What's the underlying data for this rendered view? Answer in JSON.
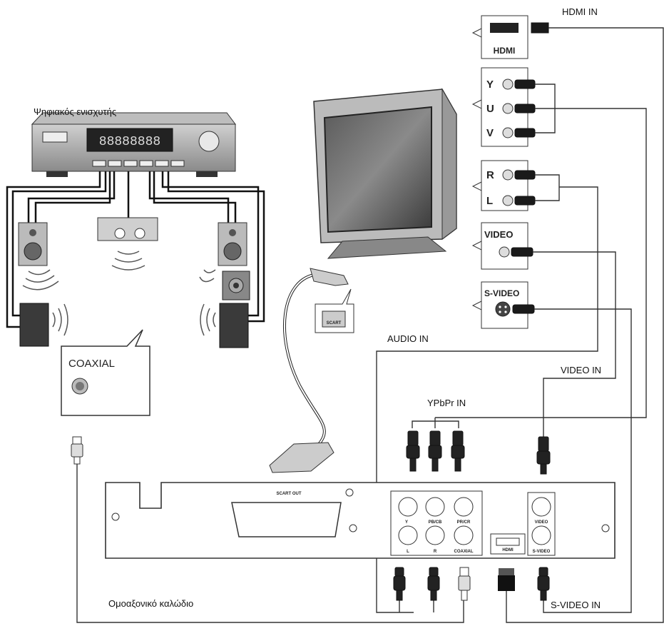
{
  "labels": {
    "amplifier": "Ψηφιακός ενισχυτής",
    "coaxial_cable": "Ομοαξονικό καλώδιο",
    "hdmi_in": "HDMI IN",
    "audio_in": "AUDIO IN",
    "video_in": "VIDEO IN",
    "ypbpr_in": "YPbPr IN",
    "svideo_in": "S-VIDEO IN"
  },
  "tv_panel": {
    "hdmi": "HDMI",
    "y": "Y",
    "u": "U",
    "v": "V",
    "r": "R",
    "l": "L",
    "video": "VIDEO",
    "svideo": "S-VIDEO"
  },
  "callouts": {
    "coaxial": "COAXIAL",
    "scart": "SCART"
  },
  "player_panel": {
    "scart_out": "SCART OUT",
    "jack_l": "L",
    "jack_r": "R",
    "jack_coaxial": "COAXIAL",
    "jack_y": "Y",
    "jack_pb": "PB/CB",
    "jack_pr": "PR/CR",
    "jack_hdmi": "HDMI",
    "jack_video": "VIDEO",
    "jack_svideo": "S-VIDEO"
  },
  "amplifier_display": "88888888"
}
